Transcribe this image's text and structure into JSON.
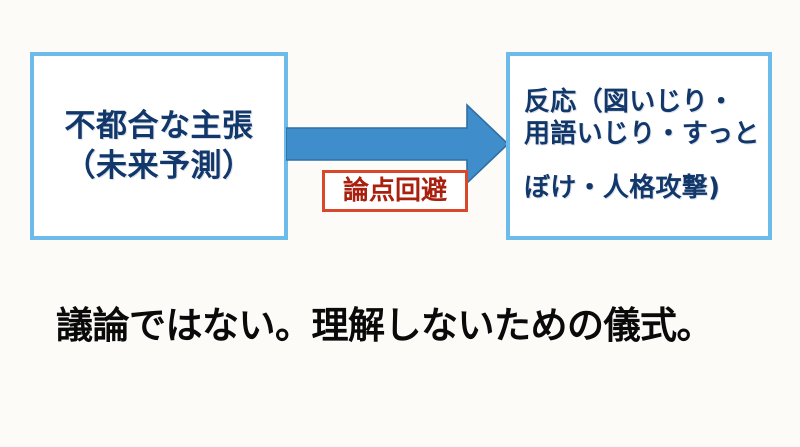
{
  "slide": {
    "background_color": "#fcfbf8",
    "box_border_color": "#6cbbeb",
    "box_text_color": "#12376b",
    "arrow_color": "#3f8ecb",
    "label_border_color": "#d9482a",
    "label_text_color": "#a9200f",
    "caption_color": "#0a0a0a"
  },
  "left_box": {
    "name": "不都合な主張",
    "text": "不都合な主張\n（未来予測）",
    "line1": "不都合な主張",
    "line2": "（未来予測）"
  },
  "arrow": {
    "direction": "right",
    "label": "論点回避"
  },
  "right_box": {
    "name": "反応",
    "line1": "反応（図いじり・",
    "line2": "用語いじり・すっと",
    "line3": "ぼけ・人格攻撃)",
    "full_text": "反応（図いじり・用語いじり・すっとぼけ・人格攻撃）"
  },
  "caption": {
    "text": "議論ではない。理解しないための儀式。"
  }
}
